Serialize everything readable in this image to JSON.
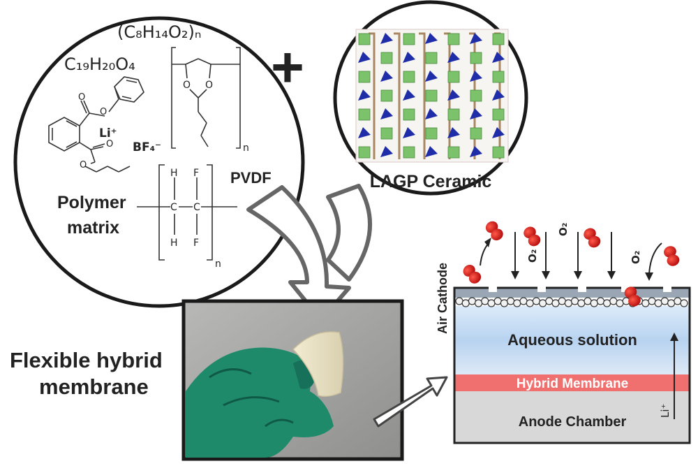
{
  "polymer": {
    "formula_top": "(C₈H₁₄O₂)ₙ",
    "formula_left": "C₁₉H₂₀O₄",
    "li_ion": "Li⁺",
    "bf4": "BF₄⁻",
    "pvdf": "PVDF",
    "matrix_line1": "Polymer",
    "matrix_line2": "matrix",
    "atom_O": "O",
    "atom_H": "H",
    "atom_F": "F",
    "atom_C": "C",
    "sub_n": "n"
  },
  "plus_sign": "+",
  "ceramic": {
    "label": "LAGP Ceramic"
  },
  "membrane": {
    "line1": "Flexible hybrid",
    "line2": "membrane"
  },
  "cell": {
    "air_cathode": "Air Cathode",
    "o2": "O₂",
    "aqueous": "Aqueous solution",
    "hybrid": "Hybrid Membrane",
    "anode": "Anode Chamber",
    "li_label": "Li⁺"
  },
  "colors": {
    "o2_molecule": "#d01010",
    "ceramic_octahedra": "#7bc26a",
    "ceramic_tetrahedra": "#1f2ea8",
    "hybrid_membrane": "#f06a6a",
    "aqueous": "#c4dcf4",
    "anode": "#d6d6d6",
    "glove": "#1f8a6a"
  }
}
